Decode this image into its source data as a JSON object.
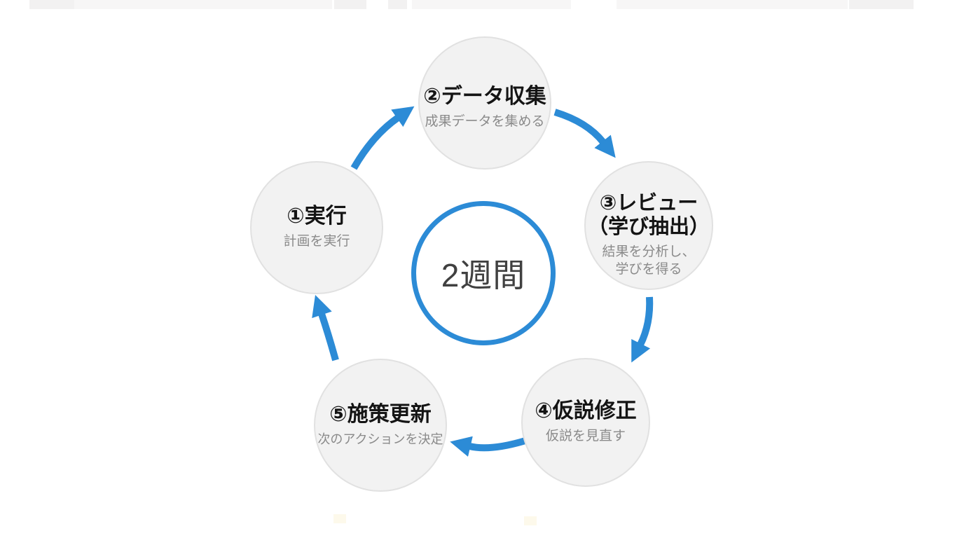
{
  "diagram": {
    "center_label": "2週間",
    "steps": [
      {
        "position": "left",
        "number": "①",
        "title_lines": [
          "実行"
        ],
        "subtitle_lines": [
          "計画を実行"
        ]
      },
      {
        "position": "top",
        "number": "②",
        "title_lines": [
          "データ収集"
        ],
        "subtitle_lines": [
          "成果データを集める"
        ]
      },
      {
        "position": "right",
        "number": "③",
        "title_lines": [
          "レビュー",
          "（学び抽出）"
        ],
        "subtitle_lines": [
          "結果を分析し、",
          "学びを得る"
        ]
      },
      {
        "position": "bottom-right",
        "number": "④",
        "title_lines": [
          "仮説修正"
        ],
        "subtitle_lines": [
          "仮説を見直す"
        ]
      },
      {
        "position": "bottom-left",
        "number": "⑤",
        "title_lines": [
          "施策更新"
        ],
        "subtitle_lines": [
          "次のアクションを決定"
        ]
      }
    ],
    "colors": {
      "accent_blue": "#2C8BD6",
      "circle_fill": "#F2F2F2",
      "circle_border": "#E1E1E1",
      "title_text": "#141414",
      "subtitle_text": "#8A8A8A",
      "center_text": "#404040",
      "background": "#FFFFFF"
    }
  }
}
